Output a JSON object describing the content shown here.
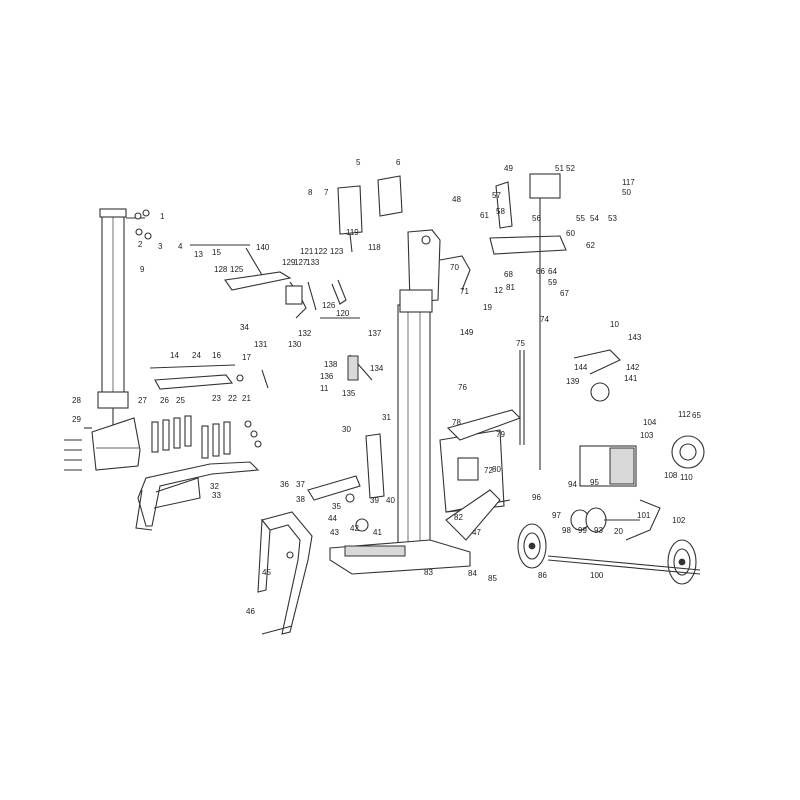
{
  "diagram": {
    "labels": [
      "1",
      "2",
      "3",
      "4",
      "5",
      "6",
      "7",
      "8",
      "9",
      "10",
      "11",
      "12",
      "13",
      "14",
      "15",
      "16",
      "17",
      "19",
      "20",
      "21",
      "22",
      "23",
      "24",
      "25",
      "26",
      "27",
      "28",
      "29",
      "30",
      "31",
      "32",
      "33",
      "34",
      "35",
      "36",
      "37",
      "38",
      "39",
      "40",
      "41",
      "42",
      "43",
      "44",
      "45",
      "46",
      "47",
      "48",
      "49",
      "50",
      "51",
      "52",
      "53",
      "54",
      "55",
      "56",
      "57",
      "58",
      "59",
      "60",
      "61",
      "62",
      "64",
      "65",
      "66",
      "67",
      "68",
      "70",
      "71",
      "72",
      "74",
      "75",
      "76",
      "78",
      "79",
      "80",
      "81",
      "82",
      "83",
      "84",
      "85",
      "86",
      "93",
      "94",
      "95",
      "96",
      "97",
      "98",
      "99",
      "100",
      "101",
      "102",
      "103",
      "104",
      "108",
      "110",
      "112",
      "117",
      "118",
      "119",
      "120",
      "121",
      "122",
      "123",
      "125",
      "126",
      "127",
      "128",
      "129",
      "130",
      "131",
      "132",
      "133",
      "134",
      "135",
      "136",
      "137",
      "138",
      "139",
      "140",
      "141",
      "142",
      "143",
      "144",
      "149"
    ]
  }
}
